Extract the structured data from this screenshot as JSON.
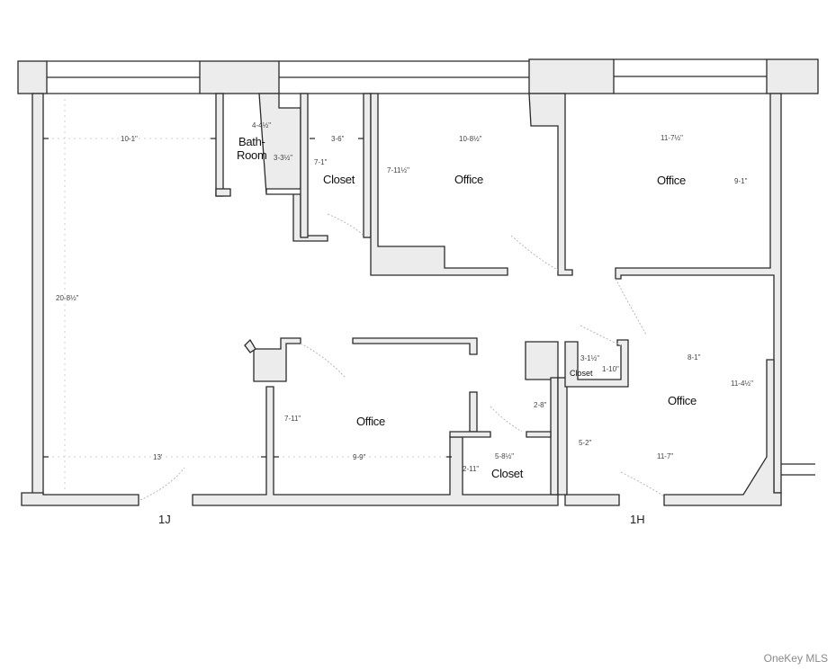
{
  "floorplan": {
    "rooms": [
      {
        "id": "main-room-1j",
        "label": "",
        "dims": [
          "10-1\"",
          "20-8½\"",
          "13'"
        ]
      },
      {
        "id": "bathroom",
        "label_line1": "Bath-",
        "label_line2": "Room",
        "dims": [
          "4-4½\"",
          "3-3½\""
        ]
      },
      {
        "id": "closet-north",
        "label": "Closet",
        "dims": [
          "3-6\"",
          "7-1\""
        ]
      },
      {
        "id": "office-north-center",
        "label": "Office",
        "dims": [
          "10-8½\"",
          "7-11½\""
        ]
      },
      {
        "id": "office-north-east",
        "label": "Office",
        "dims": [
          "11-7½\"",
          "9-1\""
        ]
      },
      {
        "id": "office-south-center",
        "label": "Office",
        "dims": [
          "7-11\"",
          "9-9\""
        ]
      },
      {
        "id": "closet-south",
        "label": "Closet",
        "dims": [
          "5-8½\"",
          "2-11\""
        ]
      },
      {
        "id": "closet-small",
        "label": "Closet",
        "dims": [
          "3-1½\"",
          "1-10\""
        ]
      },
      {
        "id": "hall-passage",
        "label": "",
        "dims": [
          "2-8\"",
          "5-2\""
        ]
      },
      {
        "id": "office-south-east",
        "label": "Office",
        "dims": [
          "8-1\"",
          "11-4½\"",
          "11-7\""
        ]
      }
    ],
    "units": [
      {
        "id": "unit-1j",
        "label": "1J"
      },
      {
        "id": "unit-1h",
        "label": "1H"
      }
    ]
  },
  "watermark": "OneKey MLS",
  "colors": {
    "wall_fill": "#ececec",
    "wall_stroke": "#2a2a2a",
    "background": "#ffffff"
  }
}
